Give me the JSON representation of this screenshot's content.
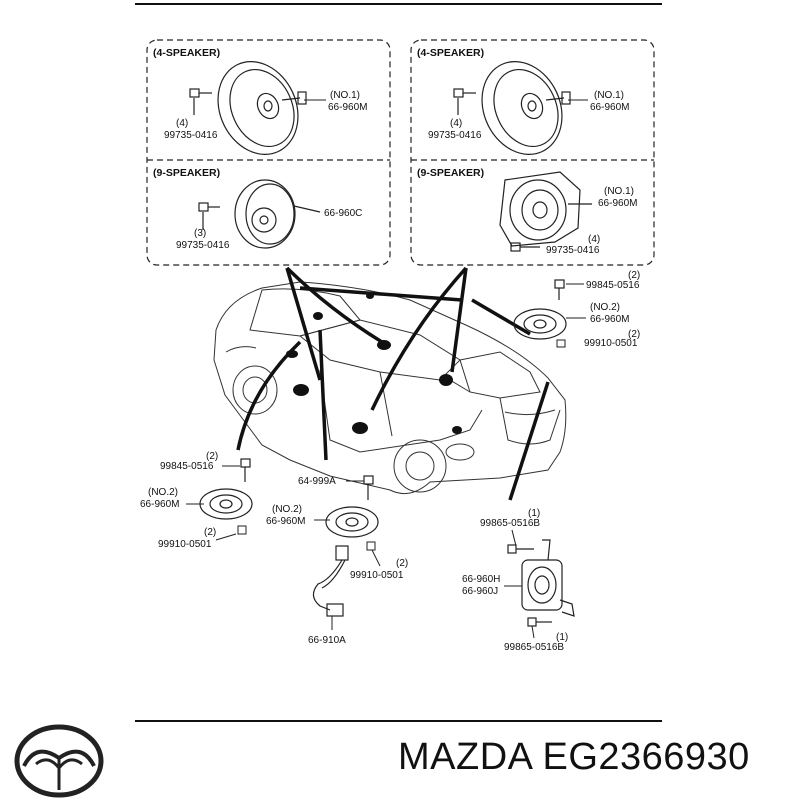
{
  "panels": {
    "tl": {
      "title": "(4-SPEAKER)",
      "qty": "(4)",
      "part": "99735-0416",
      "no": "(NO.1)",
      "speaker": "66-960M"
    },
    "tr": {
      "title": "(4-SPEAKER)",
      "qty": "(4)",
      "part": "99735-0416",
      "no": "(NO.1)",
      "speaker": "66-960M"
    },
    "bl": {
      "title": "(9-SPEAKER)",
      "qty": "(3)",
      "part": "99735-0416",
      "speaker": "66-960C"
    },
    "br": {
      "title": "(9-SPEAKER)",
      "qty": "(4)",
      "part": "99735-0416",
      "no": "(NO.1)",
      "speaker": "66-960M"
    }
  },
  "callouts": {
    "rr_screw_qty": "(2)",
    "rr_screw": "99845-0516",
    "rr_no": "(NO.2)",
    "rr_spk": "66-960M",
    "rr_nut_qty": "(2)",
    "rr_nut": "99910-0501",
    "lf_screw_qty": "(2)",
    "lf_screw": "99845-0516",
    "lf_no": "(NO.2)",
    "lf_spk": "66-960M",
    "lf_nut_qty": "(2)",
    "lf_nut": "99910-0501",
    "c_bolt": "64-999A",
    "c_no": "(NO.2)",
    "c_spk": "66-960M",
    "c_nut_qty": "(2)",
    "c_nut": "99910-0501",
    "harness": "66-910A",
    "tw_top_qty": "(1)",
    "tw_top": "99865-0516B",
    "tw_h": "66-960H",
    "tw_j": "66-960J",
    "tw_bot_qty": "(1)",
    "tw_bot": "99865-0516B"
  },
  "footer": {
    "brand": "MAZDA",
    "part_number": "EG2366930"
  },
  "icons": {
    "logo": "mazda-logo-icon"
  }
}
